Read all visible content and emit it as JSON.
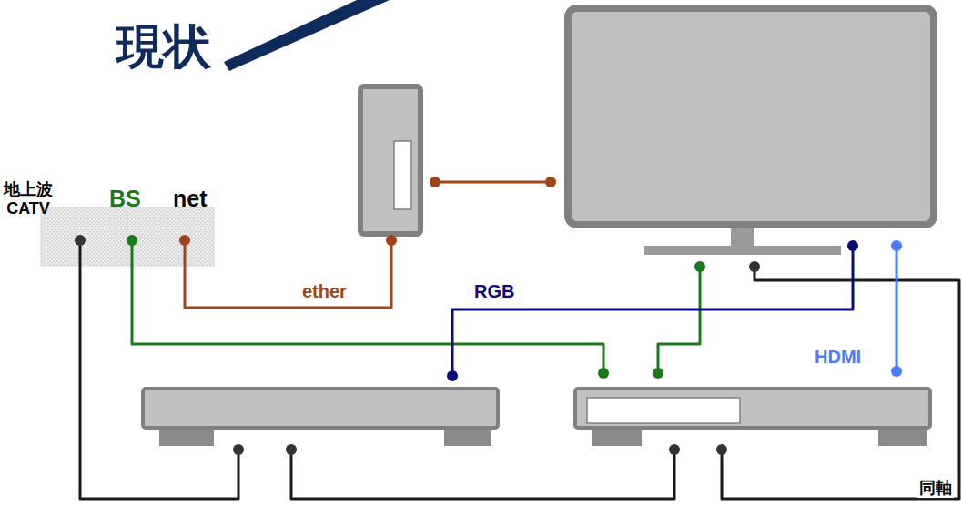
{
  "diagram": {
    "title": "現状",
    "nodes": [
      {
        "text": [
          "地上波 CATV",
          "BS",
          "net"
        ]
      }
    ],
    "labels": [
      "ether",
      "RGB",
      "HDMI",
      "同軸"
    ]
  }
}
